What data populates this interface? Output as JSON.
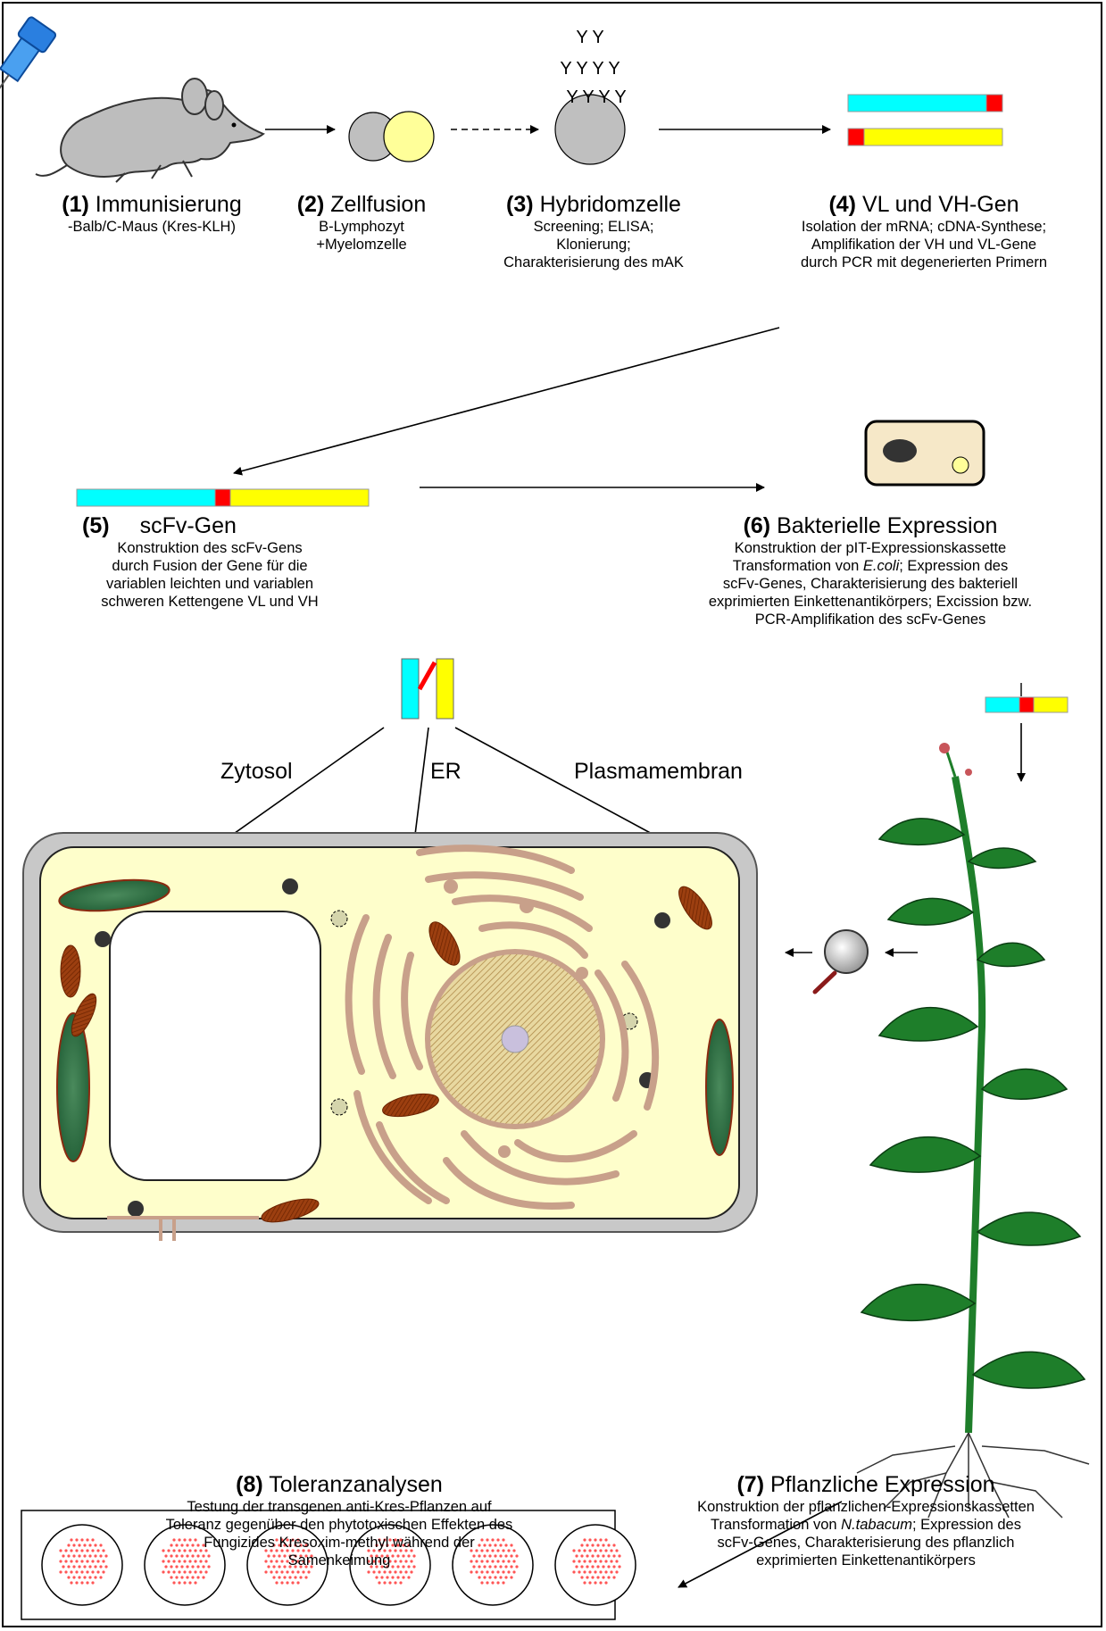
{
  "steps": [
    {
      "num": "(1)",
      "title": "Immunisierung",
      "desc": [
        "-Balb/C-Maus (Kres-KLH)"
      ]
    },
    {
      "num": "(2)",
      "title": "Zellfusion",
      "desc": [
        "B-Lymphozyt",
        "+Myelomzelle"
      ]
    },
    {
      "num": "(3)",
      "title": "Hybridomzelle",
      "desc": [
        "Screening; ELISA;",
        "Klonierung;",
        "Charakterisierung des mAK"
      ]
    },
    {
      "num": "(4)",
      "title": "VL und VH-Gen",
      "desc": [
        "Isolation der mRNA; cDNA-Synthese;",
        "Amplifikation der VH und VL-Gene",
        "durch PCR  mit degenerierten Primern"
      ]
    },
    {
      "num": "(5)",
      "title": "scFv-Gen",
      "desc": [
        "Konstruktion des scFv-Gens",
        "durch Fusion der Gene für die",
        "variablen leichten und variablen",
        "schweren Kettengene VL und VH"
      ]
    },
    {
      "num": "(6)",
      "title": "Bakterielle Expression",
      "desc": [
        "Konstruktion der pIT-Expressionskassette"
      ],
      "desc2a": "Transformation von ",
      "desc2b": "E.coli",
      "desc2c": "; Expression des",
      "desc3": [
        "scFv-Genes, Charakterisierung des bakteriell",
        "exprimierten Einkettenantikörpers; Excission bzw.",
        "PCR-Amplifikation des scFv-Genes"
      ]
    },
    {
      "num": "(7)",
      "title": "Pflanzliche Expression",
      "desc": [
        "Konstruktion der pflanzlichen-Expressionskassetten"
      ],
      "desc2a": "Transformation von ",
      "desc2b": "N.tabacum",
      "desc2c": "; Expression des",
      "desc3": [
        "scFv-Genes, Charakterisierung des pflanzlich",
        "exprimierten Einkettenantikörpers"
      ]
    },
    {
      "num": "(8)",
      "title": "Toleranzanalysen",
      "desc": [
        "Testung der transgenen anti-Kres-Pflanzen auf",
        "Toleranz gegenüber den phytotoxischen Effekten des",
        "Fungizides Kresoxim-methyl während der",
        "Samenkeimung"
      ]
    }
  ],
  "targets": {
    "zytosol": "Zytosol",
    "er": "ER",
    "plasmamembran": "Plasmamembran"
  },
  "antibody_glyph": "Y",
  "colors": {
    "cyan": "#00ffff",
    "yellow": "#ffff00",
    "red": "#ff0000",
    "cyto": "#fefecb",
    "wall": "#c8c8c8",
    "er": "#c8a08a",
    "chloro": "#1f5c34",
    "mito": "#9c3f10",
    "leaf": "#1e7e2a"
  }
}
